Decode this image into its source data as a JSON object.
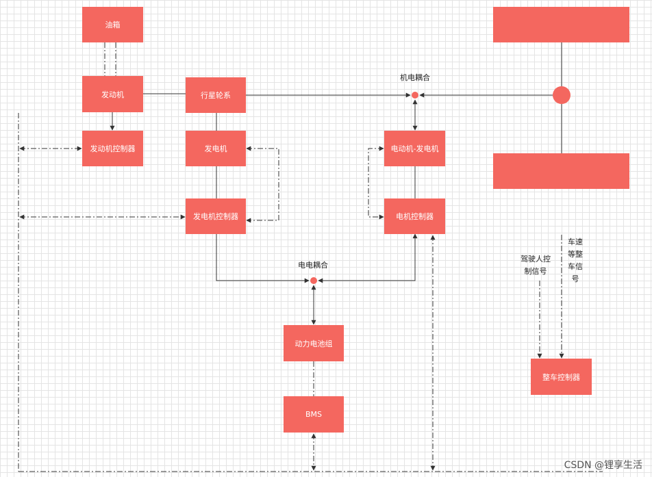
{
  "blocks": {
    "fuel_tank": "油箱",
    "engine": "发动机",
    "planetary_gear": "行星轮系",
    "engine_controller": "发动机控制器",
    "generator": "发电机",
    "generator_controller": "发电机控制器",
    "motor_generator": "电动机-发电机",
    "motor_controller": "电机控制器",
    "battery_pack": "动力电池组",
    "bms": "BMS",
    "vehicle_controller": "整车控制器",
    "upper_right_block": "",
    "lower_right_block": ""
  },
  "labels": {
    "mech_elec_coupling": "机电耦合",
    "elec_elec_coupling": "电电耦合",
    "driver_signal": "驾驶人控制信号",
    "vehicle_speed_signal": "车速等整车信号"
  },
  "watermark": "CSDN @锂享生活",
  "colors": {
    "block": "#f4675f",
    "line": "#333333"
  }
}
